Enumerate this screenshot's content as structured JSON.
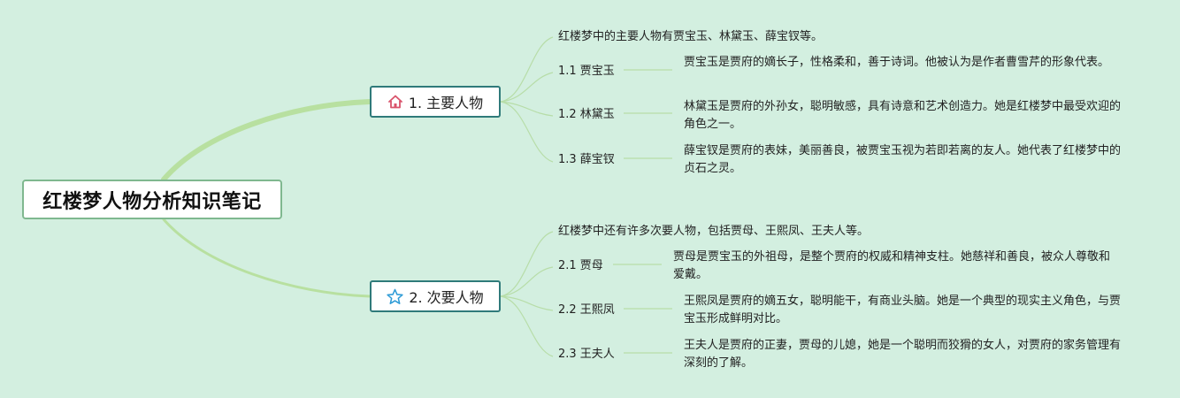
{
  "root": {
    "title": "红楼梦人物分析知识笔记"
  },
  "branches": [
    {
      "label": "1. 主要人物",
      "icon": "house-icon",
      "icon_color": "#d9536b",
      "intro": "红楼梦中的主要人物有贾宝玉、林黛玉、薛宝钗等。",
      "items": [
        {
          "label": "1.1 贾宝玉",
          "desc": "贾宝玉是贾府的嫡长子，性格柔和，善于诗词。他被认为是作者曹雪芹的形象代表。"
        },
        {
          "label": "1.2 林黛玉",
          "desc": "林黛玉是贾府的外孙女，聪明敏感，具有诗意和艺术创造力。她是红楼梦中最受欢迎的角色之一。"
        },
        {
          "label": "1.3 薛宝钗",
          "desc": "薛宝钗是贾府的表妹，美丽善良，被贾宝玉视为若即若离的友人。她代表了红楼梦中的贞石之灵。"
        }
      ]
    },
    {
      "label": "2. 次要人物",
      "icon": "star-icon",
      "icon_color": "#2e9bd6",
      "intro": "红楼梦中还有许多次要人物，包括贾母、王熙凤、王夫人等。",
      "items": [
        {
          "label": "2.1 贾母",
          "desc": "贾母是贾宝玉的外祖母，是整个贾府的权威和精神支柱。她慈祥和善良，被众人尊敬和爱戴。"
        },
        {
          "label": "2.2 王熙凤",
          "desc": "王熙凤是贾府的嫡五女，聪明能干，有商业头脑。她是一个典型的现实主义角色，与贾宝玉形成鲜明对比。"
        },
        {
          "label": "2.3 王夫人",
          "desc": "王夫人是贾府的正妻，贾母的儿媳，她是一个聪明而狡猾的女人，对贾府的家务管理有深刻的了解。"
        }
      ]
    }
  ],
  "colors": {
    "background": "#d3efe0",
    "main_link": "#b8e0a0",
    "thin_link": "#b7dda8",
    "branch_border": "#2f7a7a",
    "root_border": "#7fb88f"
  }
}
